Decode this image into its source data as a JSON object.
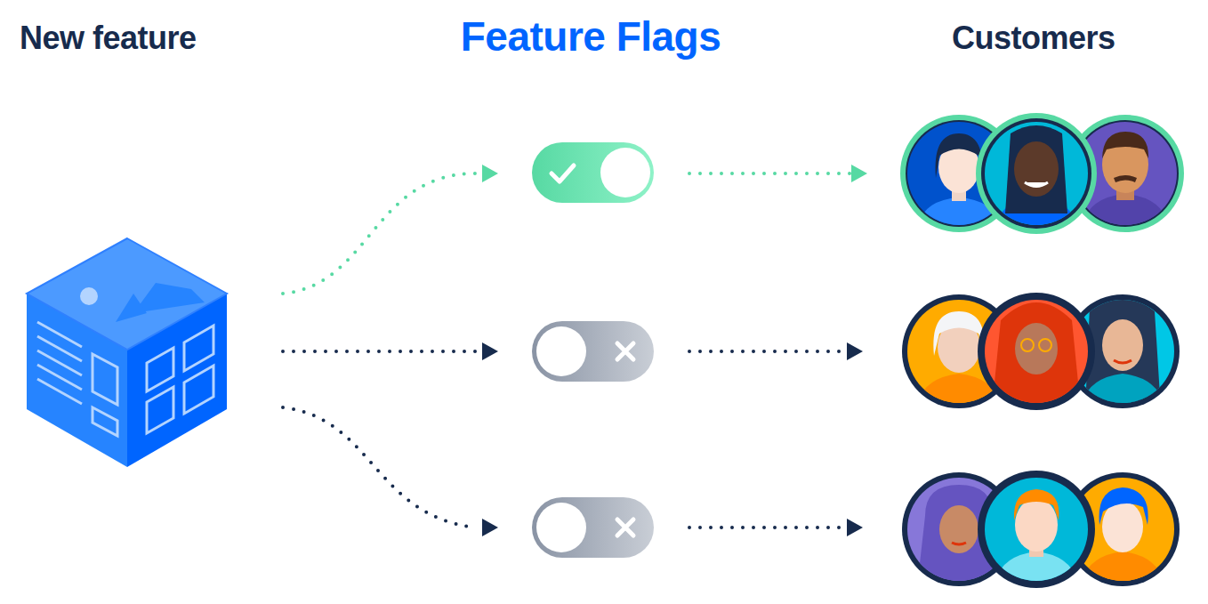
{
  "diagram": {
    "title": "Feature Flags",
    "nodes": [
      {
        "text": [
          "New feature"
        ]
      },
      {
        "text": [
          "Customers"
        ]
      }
    ],
    "edges": [
      {
        "from": 0,
        "to": 1,
        "arrow": "to"
      }
    ]
  }
}
